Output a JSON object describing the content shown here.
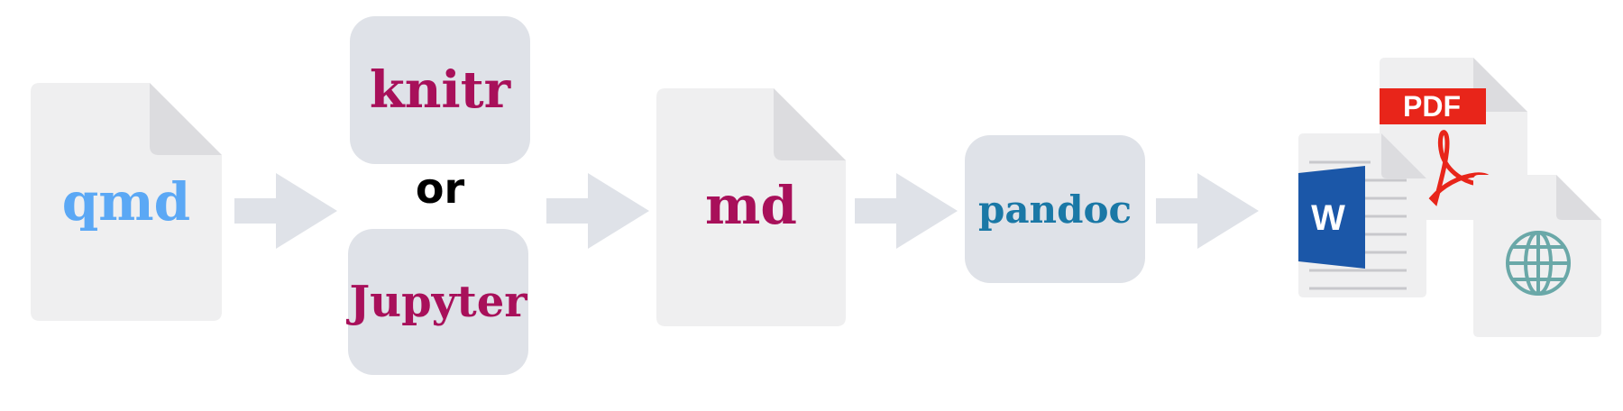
{
  "diagram": {
    "input_doc": {
      "label": "qmd",
      "color": "#5ba8f5"
    },
    "engines": {
      "knitr": {
        "label": "knitr",
        "color": "#a8105a"
      },
      "connector": "or",
      "jupyter": {
        "label": "Jupyter",
        "color": "#a8105a"
      }
    },
    "intermediate_doc": {
      "label": "md",
      "color": "#a8105a"
    },
    "converter": {
      "label": "pandoc",
      "color": "#1a78a6"
    },
    "outputs": {
      "word": {
        "label": "W",
        "icon": "word-doc-icon",
        "color": "#1b57a8"
      },
      "pdf": {
        "label": "PDF",
        "icon": "pdf-doc-icon",
        "color": "#e8251a"
      },
      "html": {
        "icon": "globe-doc-icon",
        "color": "#6aa8a8"
      }
    },
    "colors": {
      "page_bg": "#efeff0",
      "box_bg": "#dfe2e8",
      "arrow": "#dfe2e8"
    }
  }
}
